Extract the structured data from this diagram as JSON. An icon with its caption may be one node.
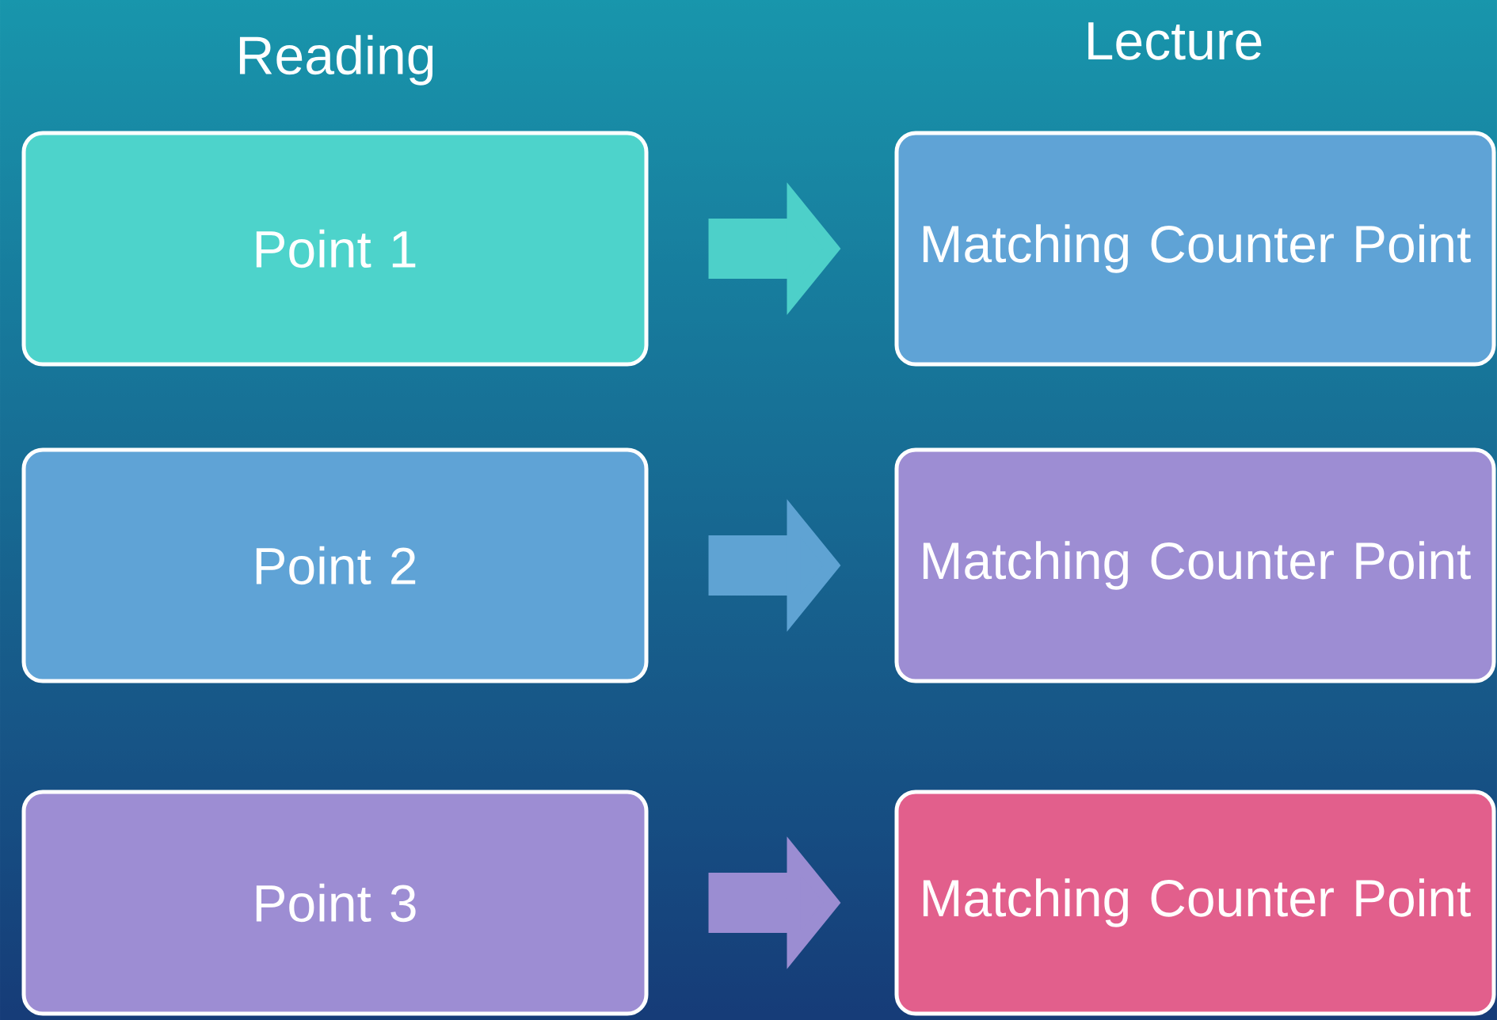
{
  "diagram": {
    "nodes": [
      {
        "text": [
          "Point 1"
        ]
      },
      {
        "text": [
          "Matching Counter Point"
        ]
      },
      {
        "text": [
          "Point 2"
        ]
      },
      {
        "text": [
          "Matching Counter Point"
        ]
      },
      {
        "text": [
          "Point 3"
        ]
      },
      {
        "text": [
          "Matching Counter Point"
        ]
      }
    ],
    "edges": [
      {
        "from": 0,
        "to": 1,
        "arrow": "to",
        "color": "#4dd0c9"
      },
      {
        "from": 2,
        "to": 3,
        "arrow": "to",
        "color": "#5fa3d3"
      },
      {
        "from": 4,
        "to": 5,
        "arrow": "to",
        "color": "#9b8dd2"
      }
    ],
    "labels": [
      "Reading",
      "Lecture"
    ]
  }
}
